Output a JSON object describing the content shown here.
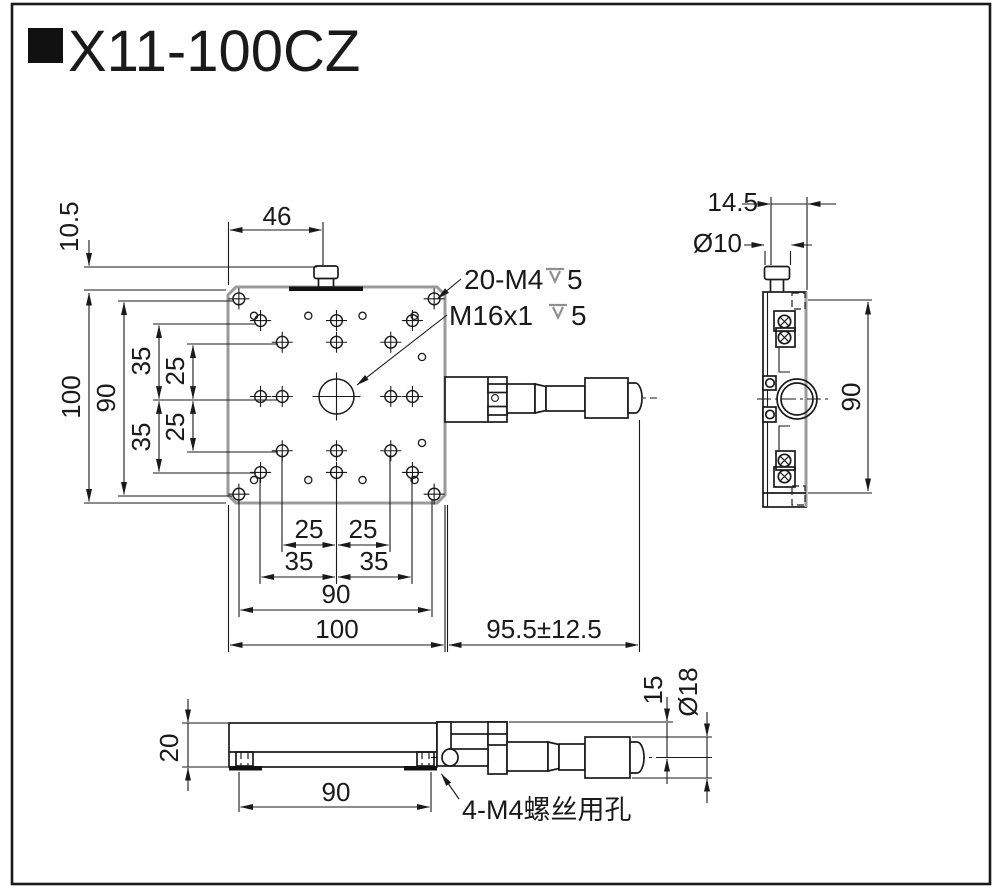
{
  "title": {
    "text": "X11-100CZ"
  },
  "callouts": {
    "top_holes_prefix": "20-M4",
    "top_holes_depth": "5",
    "center_hole_prefix": "M16x1",
    "center_hole_depth": "5",
    "base_holes_label": "4-M4螺丝用孔"
  },
  "dimensions": {
    "front": {
      "knob_edge_offset": "10.5",
      "knob_from_left": "46",
      "plate_width": "100",
      "plate_height": "100",
      "corner_hole_span_v": "90",
      "v35_top": "35",
      "v25_top": "25",
      "v25_bottom": "25",
      "v35_bottom": "35",
      "h25_left": "25",
      "h25_right": "25",
      "h35_left": "35",
      "h35_right": "35",
      "corner_hole_span_h": "90",
      "overall_width": "100",
      "micrometer_travel": "95.5±12.5"
    },
    "side": {
      "knob_offset": "14.5",
      "knob_diameter": "Ø10",
      "body_height": "90"
    },
    "bottom": {
      "body_thickness": "20",
      "base_hole_span": "90",
      "axis_height": "15",
      "thimble_diameter": "Ø18"
    }
  },
  "front_view": {
    "tapped_holes_mm": [
      [
        -45,
        -45
      ],
      [
        45,
        -45
      ],
      [
        -45,
        45
      ],
      [
        45,
        45
      ],
      [
        -35,
        -35
      ],
      [
        0,
        -35
      ],
      [
        35,
        -35
      ],
      [
        -25,
        -25
      ],
      [
        0,
        -25
      ],
      [
        25,
        -25
      ],
      [
        -35,
        0
      ],
      [
        -25,
        0
      ],
      [
        25,
        0
      ],
      [
        35,
        0
      ],
      [
        -25,
        25
      ],
      [
        0,
        25
      ],
      [
        25,
        25
      ],
      [
        -35,
        35
      ],
      [
        0,
        35
      ],
      [
        35,
        35
      ]
    ],
    "plain_holes_mm": [
      [
        -38,
        -37.2
      ],
      [
        -13,
        -37.2
      ],
      [
        12,
        -37.2
      ],
      [
        36,
        -37.2
      ],
      [
        -38,
        38.5
      ],
      [
        -13,
        38.5
      ],
      [
        12,
        38.5
      ],
      [
        36,
        38.5
      ],
      [
        39.4,
        -18.2
      ],
      [
        39.4,
        21.4
      ]
    ],
    "center_hole_mm": [
      0,
      0
    ]
  },
  "colors": {
    "line": "#1a1a1a",
    "plate_edge": "#9b9b9b",
    "depth_symbol": "#8f8f8f",
    "background": "#ffffff"
  }
}
